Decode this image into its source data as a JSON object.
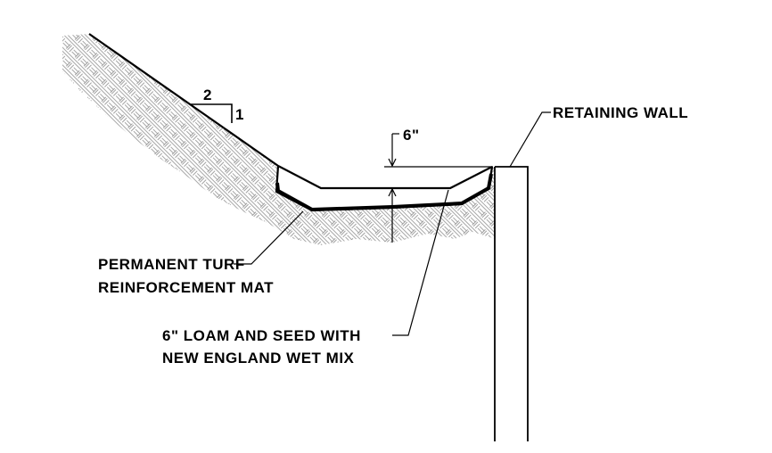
{
  "slope": {
    "run": "2",
    "rise": "1"
  },
  "dimension": {
    "depth": "6\""
  },
  "callouts": {
    "retaining_wall": "RETAINING WALL",
    "turf_mat": [
      "PERMANENT TURF",
      "REINFORCEMENT MAT"
    ],
    "loam_seed": [
      "6\" LOAM AND SEED WITH",
      "NEW ENGLAND WET MIX"
    ]
  },
  "colors": {
    "line": "#000000",
    "hatch": "#7a7a7a",
    "background": "#ffffff"
  }
}
